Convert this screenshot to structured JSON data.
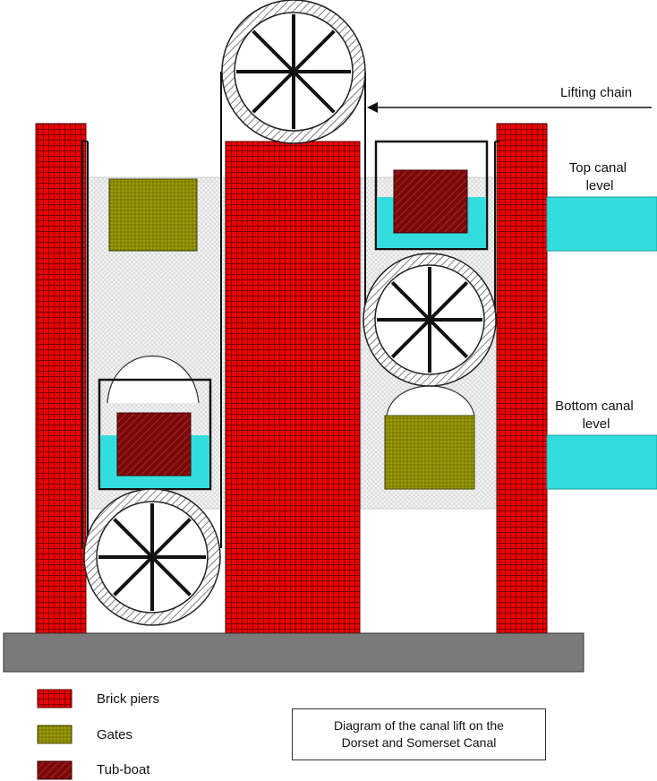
{
  "labels": {
    "lifting_chain": "Lifting chain",
    "top_canal_level": [
      "Top canal",
      "level"
    ],
    "bottom_canal_level": [
      "Bottom canal",
      "level"
    ]
  },
  "legend": [
    {
      "label": "Brick piers",
      "pattern": "brick"
    },
    {
      "label": "Gates",
      "pattern": "gate"
    },
    {
      "label": "Tub-boat",
      "pattern": "boat"
    }
  ],
  "caption": {
    "line1": "Diagram of the canal lift on the",
    "line2": "Dorset and Somerset Canal"
  },
  "colors": {
    "brick": "#ee0000",
    "brick_grid": "#7a0000",
    "gate": "#8a8a00",
    "tub_boat": "#7a0a0a",
    "water": "#33dddd",
    "base": "#7a7a7a",
    "shaft": "#e8e8e8"
  }
}
